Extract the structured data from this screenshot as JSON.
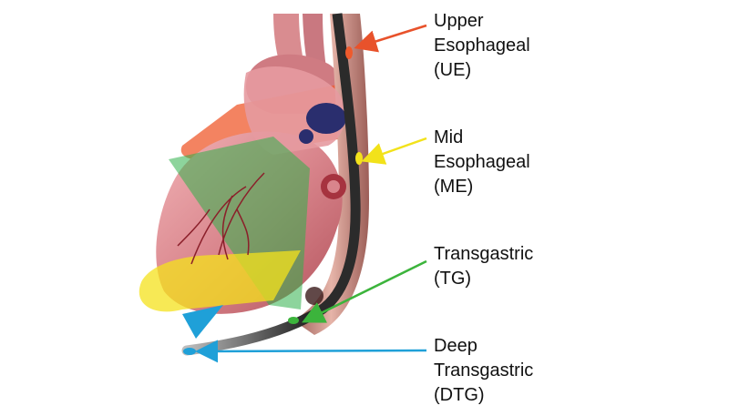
{
  "diagram": {
    "labels": {
      "ue": {
        "line1": "Upper",
        "line2": "Esophageal",
        "line3": "(UE)"
      },
      "me": {
        "line1": "Mid",
        "line2": "Esophageal",
        "line3": "(ME)"
      },
      "tg": {
        "line1": "Transgastric",
        "line2": "(TG)"
      },
      "dtg": {
        "line1": "Deep",
        "line2": "Transgastric",
        "line3": "(DTG)"
      }
    },
    "colors": {
      "ue_arrow": "#e8522b",
      "me_arrow": "#f2e21a",
      "tg_arrow": "#3cb43c",
      "dtg_arrow": "#1fa0d8",
      "heart": "#d77f86",
      "esophagus": "#b98377",
      "probe": "#2b2b2b"
    }
  }
}
